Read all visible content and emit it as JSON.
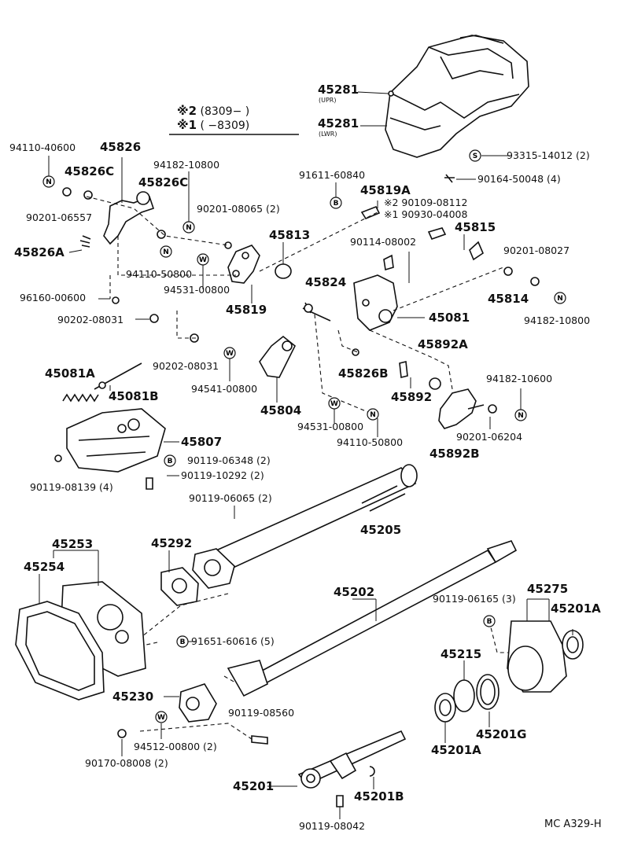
{
  "legend": {
    "l1_mark": "※2",
    "l1_range": "(8309−        )",
    "l2_mark": "※1",
    "l2_range": "(          −8309)"
  },
  "footer": {
    "code": "MC A329-H"
  },
  "parts": {
    "p45281_upr": "45281",
    "p45281_upr_note": "(UPR)",
    "p45281_lwr": "45281",
    "p45281_lwr_note": "(LWR)",
    "p93315": "93315-14012 (2)",
    "p90164": "90164-50048 (4)",
    "p94110_40600": "94110-40600",
    "p45826": "45826",
    "p45826c_a": "45826C",
    "p45826c_b": "45826C",
    "p94182_10800_a": "94182-10800",
    "p91611": "91611-60840",
    "p45819a": "45819A",
    "p90109": "※2 90109-08112",
    "p90930": "※1 90930-04008",
    "p90201_06557": "90201-06557",
    "p90201_08065": "90201-08065 (2)",
    "p45813": "45813",
    "p45815": "45815",
    "p45826a": "45826A",
    "p90114": "90114-08002",
    "p90201_08027": "90201-08027",
    "p94110_50800_a": "94110-50800",
    "p94531_00800_a": "94531-00800",
    "p96160": "96160-00600",
    "p45819": "45819",
    "p45824": "45824",
    "p45814": "45814",
    "p94182_10800_b": "94182-10800",
    "p90202_08031_a": "90202-08031",
    "p45081": "45081",
    "p45892a": "45892A",
    "p90202_08031_b": "90202-08031",
    "p45826b": "45826B",
    "p45081a": "45081A",
    "p45081b": "45081B",
    "p94541": "94541-00800",
    "p45892": "45892",
    "p94182_10600": "94182-10600",
    "p45804": "45804",
    "p94531_00800_b": "94531-00800",
    "p90201_06204": "90201-06204",
    "p45807": "45807",
    "p94110_50800_b": "94110-50800",
    "p45892b": "45892B",
    "p90119_06348": "90119-06348 (2)",
    "p90119_10292": "90119-10292 (2)",
    "p90119_08139": "90119-08139 (4)",
    "p90119_06065": "90119-06065 (2)",
    "p45205": "45205",
    "p45253": "45253",
    "p45292": "45292",
    "p45254": "45254",
    "p45202": "45202",
    "p90119_06165": "90119-06165 (3)",
    "p45275": "45275",
    "p45201a_a": "45201A",
    "p91651": "91651-60616 (5)",
    "p45215": "45215",
    "p45230": "45230",
    "p90119_08560": "90119-08560",
    "p94512": "94512-00800 (2)",
    "p45201g": "45201G",
    "p45201a_b": "45201A",
    "p90170": "90170-08008 (2)",
    "p45201": "45201",
    "p45201b": "45201B",
    "p90119_08042": "90119-08042"
  },
  "symbols": {
    "n": "N",
    "w": "W",
    "b": "B",
    "s": "S"
  }
}
